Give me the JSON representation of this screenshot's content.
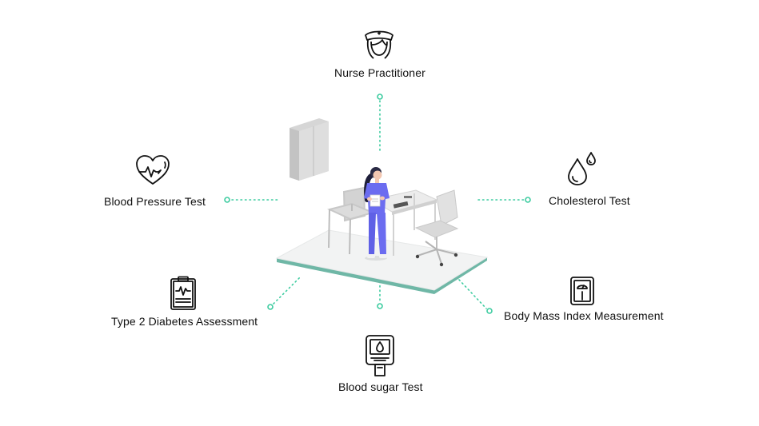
{
  "center_label": "",
  "services": {
    "nurse": {
      "label": "Nurse Practitioner",
      "icon": "nurse-icon"
    },
    "blood_pressure": {
      "label": "Blood Pressure Test",
      "icon": "heart-pulse-icon"
    },
    "cholesterol": {
      "label": "Cholesterol Test",
      "icon": "droplets-icon"
    },
    "diabetes": {
      "label": "Type 2 Diabetes Assessment",
      "icon": "clipboard-ecg-icon"
    },
    "bmi": {
      "label": "Body Mass Index Measurement",
      "icon": "scale-icon"
    },
    "blood_sugar": {
      "label": "Blood sugar Test",
      "icon": "glucometer-icon"
    }
  },
  "colors": {
    "connector": "#3dcca0",
    "text": "#111111",
    "platform_edge": "#6fb7a6",
    "scrubs": "#6b6cf0",
    "icon_stroke": "#111111"
  }
}
